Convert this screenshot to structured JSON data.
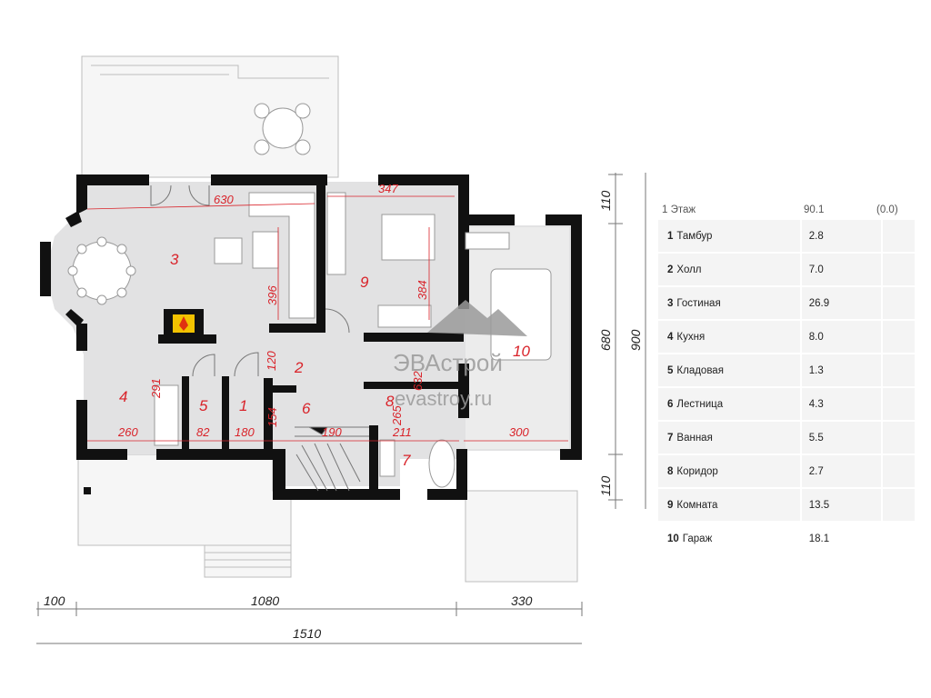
{
  "rooms": [
    {
      "num": "1",
      "name": "Тамбур",
      "area": "2.8"
    },
    {
      "num": "2",
      "name": "Холл",
      "area": "7.0"
    },
    {
      "num": "3",
      "name": "Гостиная",
      "area": "26.9"
    },
    {
      "num": "4",
      "name": "Кухня",
      "area": "8.0"
    },
    {
      "num": "5",
      "name": "Кладовая",
      "area": "1.3"
    },
    {
      "num": "6",
      "name": "Лестница",
      "area": "4.3"
    },
    {
      "num": "7",
      "name": "Ванная",
      "area": "5.5"
    },
    {
      "num": "8",
      "name": "Коридор",
      "area": "2.7"
    },
    {
      "num": "9",
      "name": "Комната",
      "area": "13.5"
    },
    {
      "num": "10",
      "name": "Гараж",
      "area": "18.1"
    }
  ],
  "legend": {
    "floor": "1 Этаж",
    "total": "90.1",
    "extra": "(0.0)"
  },
  "inner_dims": {
    "d630": "630",
    "d347": "347",
    "d396": "396",
    "d384": "384",
    "d120": "120",
    "d291": "291",
    "d154": "154",
    "d190": "190",
    "d260": "260",
    "d82": "82",
    "d180": "180",
    "d211": "211",
    "d300": "300",
    "d265": "265",
    "d632": "632"
  },
  "outer_dims": {
    "bottom_left": "100",
    "bottom_mid": "1080",
    "bottom_right": "330",
    "bottom_total": "1510",
    "right_top": "110",
    "right_mid": "680",
    "right_bottom": "110",
    "right_total": "900"
  },
  "watermark": {
    "brand": "ЭВАстрой",
    "site": "evastroy.ru"
  },
  "colors": {
    "wall": "#111111",
    "floor": "#e2e2e3",
    "accent": "#d9232a",
    "terrace": "#f6f6f6"
  }
}
